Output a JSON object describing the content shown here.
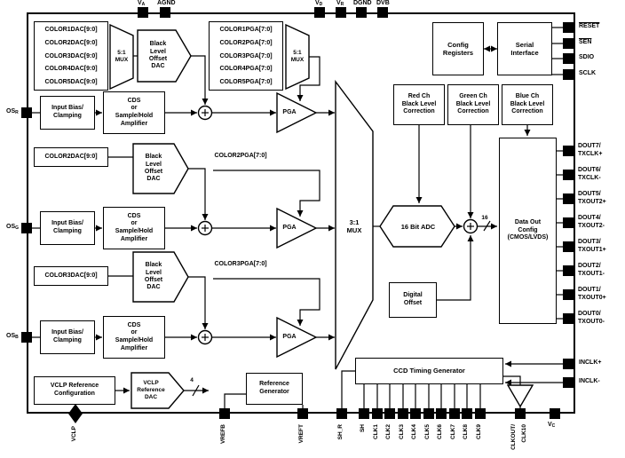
{
  "blocks": {
    "color_dac_list": [
      "COLOR1DAC[9:0]",
      "COLOR2DAC[9:0]",
      "COLOR3DAC[9:0]",
      "COLOR4DAC[9:0]",
      "COLOR5DAC[9:0]"
    ],
    "color_pga_list": [
      "COLOR1PGA[7:0]",
      "COLOR2PGA[7:0]",
      "COLOR3PGA[7:0]",
      "COLOR4PGA[7:0]",
      "COLOR5PGA[7:0]"
    ],
    "mux5": "5:1\nMUX",
    "mux3": "3:1\nMUX",
    "black_level_offset_dac": "Black\nLevel\nOffset\nDAC",
    "input_bias": "Input Bias/\nClamping",
    "cds": "CDS\nor\nSample/Hold\nAmplifier",
    "pga": "PGA",
    "adc": "16 Bit ADC",
    "color2dac": "COLOR2DAC[9:0]",
    "color3dac": "COLOR3DAC[9:0]",
    "color2pga": "COLOR2PGA[7:0]",
    "color3pga": "COLOR3PGA[7:0]",
    "config_registers": "Config\nRegisters",
    "serial_interface": "Serial\nInterface",
    "red_bl": "Red Ch\nBlack Level\nCorrection",
    "green_bl": "Green Ch\nBlack Level\nCorrection",
    "blue_bl": "Blue Ch\nBlack Level\nCorrection",
    "data_out": "Data Out\nConfig\n(CMOS/LVDS)",
    "digital_offset": "Digital\nOffset",
    "ccd_timing": "CCD Timing Generator",
    "vclp_ref_config": "VCLP Reference\nConfiguration",
    "vclp_ref_dac": "VCLP\nReference\nDAC",
    "ref_generator": "Reference\nGenerator",
    "bus_width_16": "16",
    "bus_width_4": "4"
  },
  "pins": {
    "top": [
      {
        "main": "V",
        "sub": "A"
      },
      {
        "main": "AGND",
        "sub": ""
      },
      {
        "main": "V",
        "sub": "D"
      },
      {
        "main": "V",
        "sub": "R"
      },
      {
        "main": "DGND",
        "sub": ""
      },
      {
        "main": "DVB",
        "sub": ""
      }
    ],
    "left": [
      {
        "main": "OS",
        "sub": "R"
      },
      {
        "main": "OS",
        "sub": "G"
      },
      {
        "main": "OS",
        "sub": "B"
      }
    ],
    "serial": [
      "RESET",
      "SEN",
      "SDIO",
      "SCLK"
    ],
    "dout": [
      {
        "l1": "DOUT7/",
        "l2": "TXCLK+"
      },
      {
        "l1": "DOUT6/",
        "l2": "TXCLK-"
      },
      {
        "l1": "DOUT5/",
        "l2": "TXOUT2+"
      },
      {
        "l1": "DOUT4/",
        "l2": "TXOUT2-"
      },
      {
        "l1": "DOUT3/",
        "l2": "TXOUT1+"
      },
      {
        "l1": "DOUT2/",
        "l2": "TXOUT1-"
      },
      {
        "l1": "DOUT1/",
        "l2": "TXOUT0+"
      },
      {
        "l1": "DOUT0/",
        "l2": "TXOUT0-"
      }
    ],
    "inclk": [
      "INCLK+",
      "INCLK-"
    ],
    "bottom": {
      "vclp": "VCLP",
      "vrefb": "VREFB",
      "vreft": "VREFT",
      "shr": "SH_R",
      "sh": "SH",
      "clks": [
        "CLK1",
        "CLK2",
        "CLK3",
        "CLK4",
        "CLK5",
        "CLK6",
        "CLK7",
        "CLK8",
        "CLK9"
      ],
      "clkout_l1": "CLKOUT/",
      "clkout_l2": "CLK10",
      "vc": {
        "main": "V",
        "sub": "C"
      }
    }
  }
}
